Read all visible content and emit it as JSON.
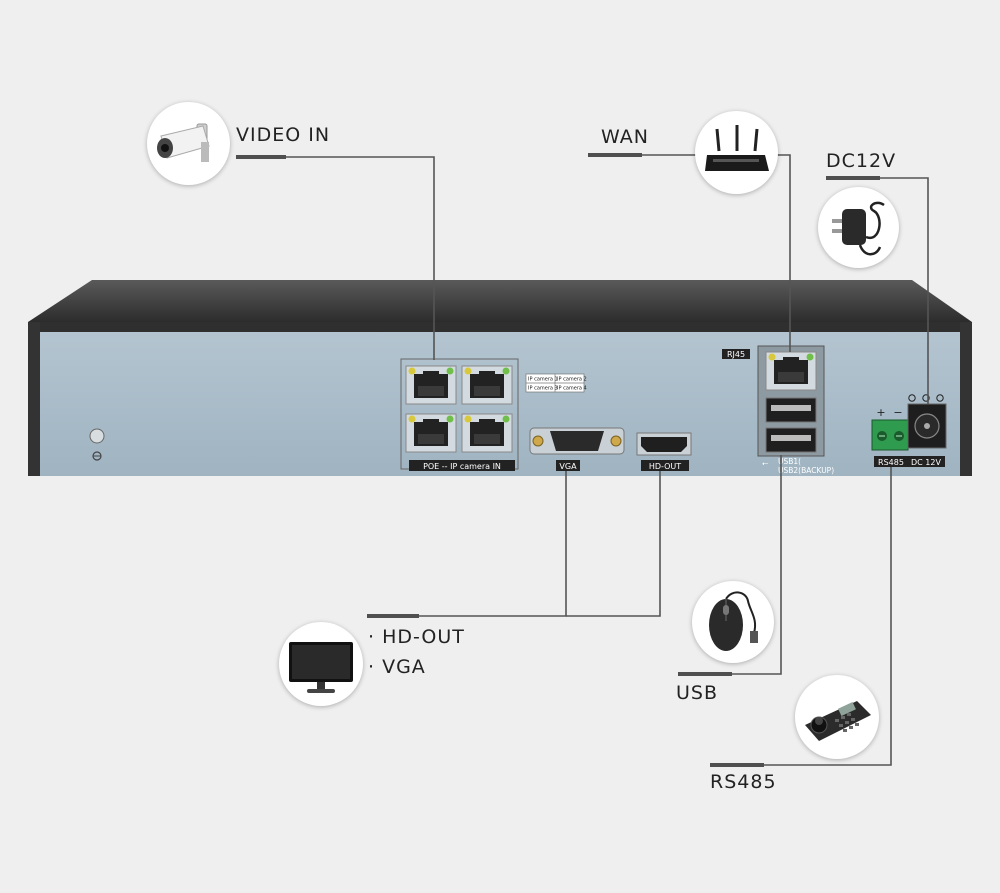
{
  "labels": {
    "video_in": "VIDEO IN",
    "wan": "WAN",
    "dc12v": "DC12V",
    "hd_out": "· HD-OUT",
    "vga": "· VGA",
    "usb": "USB",
    "rs485": "RS485"
  },
  "panel": {
    "poe_label": "POE -- IP camera IN",
    "cam1": "IP camera 1",
    "cam2": "IP camera 2",
    "cam3": "IP camera 3",
    "cam4": "IP camera 4",
    "vga_label": "VGA",
    "hdout_label": "HD-OUT",
    "rj45_label": "RJ45",
    "usb1_label": "USB1(",
    "usb2_label": "USB2(BACKUP)",
    "rs485_label": "RS485",
    "rs485_plus": "+",
    "rs485_minus": "−",
    "dc_label": "DC 12V"
  },
  "colors": {
    "background": "#efefef",
    "panel_face": "#a9bcc8",
    "chassis_top": "#3a3a3a",
    "lines": "#555555",
    "terminal_green": "#2e9b4e"
  },
  "icons": [
    "camera-icon",
    "router-icon",
    "power-adapter-icon",
    "monitor-icon",
    "mouse-icon",
    "ptz-keyboard-icon"
  ]
}
